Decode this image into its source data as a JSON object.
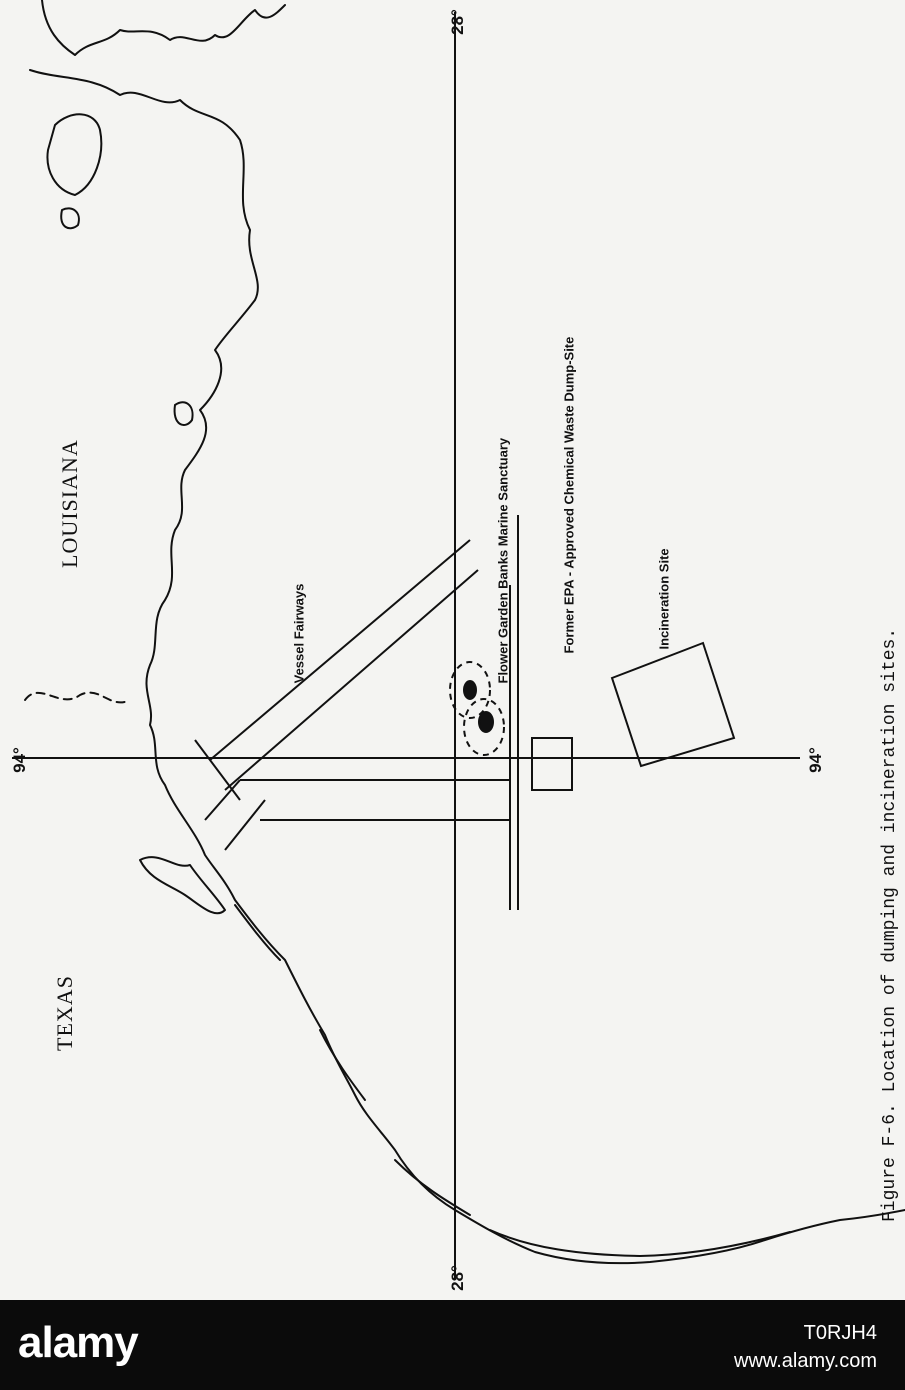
{
  "map": {
    "states": {
      "louisiana": "LOUISIANA",
      "texas": "TEXAS"
    },
    "features": {
      "vessel_fairways": "Vessel Fairways",
      "flower_garden": "Flower Garden Banks Marine Sanctuary",
      "former_epa": "Former EPA - Approved Chemical Waste Dump-Site",
      "incineration": "Incineration Site"
    },
    "grid": {
      "lon_top": "94°",
      "lon_bottom": "94°",
      "lat_top": "28°",
      "lat_bottom": "28°"
    },
    "caption": "Figure F-6.  Location of dumping and incineration sites."
  },
  "watermark": {
    "logo": "alamy",
    "id": "T0RJH4",
    "url": "www.alamy.com"
  }
}
